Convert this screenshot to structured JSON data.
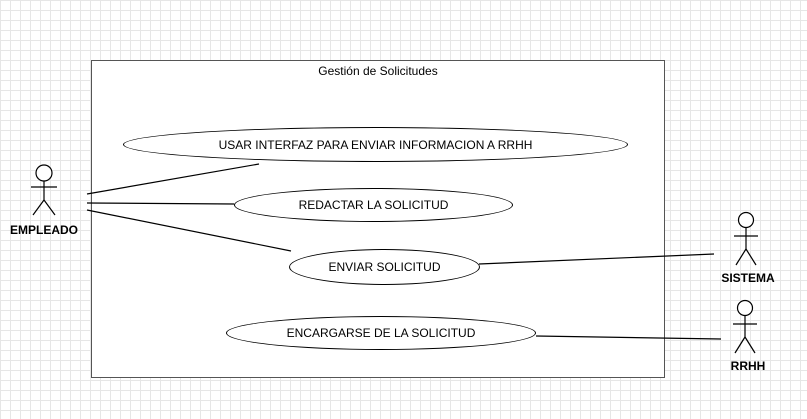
{
  "system": {
    "title": "Gestión de Solicitudes"
  },
  "use_cases": [
    {
      "id": "uc1",
      "label": "USAR INTERFAZ PARA ENVIAR INFORMACION A RRHH"
    },
    {
      "id": "uc2",
      "label": "REDACTAR LA SOLICITUD"
    },
    {
      "id": "uc3",
      "label": "ENVIAR SOLICITUD"
    },
    {
      "id": "uc4",
      "label": "ENCARGARSE DE LA SOLICITUD"
    }
  ],
  "actors": [
    {
      "id": "empleado",
      "label": "EMPLEADO"
    },
    {
      "id": "sistema",
      "label": "SISTEMA"
    },
    {
      "id": "rrhh",
      "label": "RRHH"
    }
  ],
  "associations": [
    {
      "from": "empleado",
      "to": "uc1"
    },
    {
      "from": "empleado",
      "to": "uc2"
    },
    {
      "from": "empleado",
      "to": "uc3"
    },
    {
      "from": "uc3",
      "to": "sistema"
    },
    {
      "from": "uc4",
      "to": "rrhh"
    }
  ]
}
